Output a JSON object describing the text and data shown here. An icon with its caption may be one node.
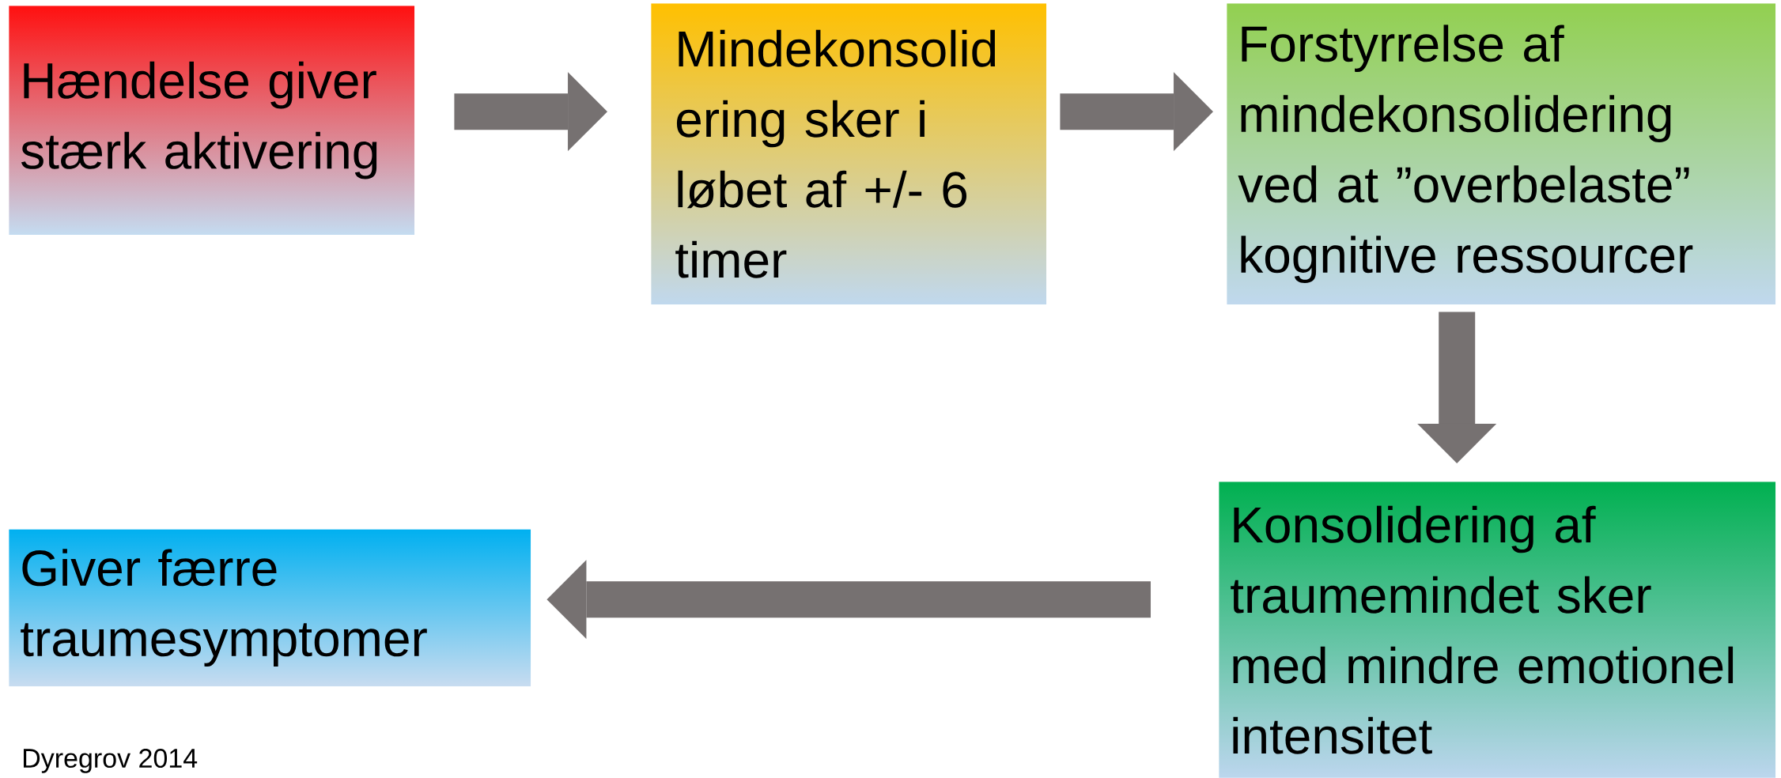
{
  "diagram": {
    "nodes": [
      {
        "text": [
          "Hændelse giver stærk aktivering"
        ]
      },
      {
        "text": [
          "Mindekonsolid ering sker i løbet af +/- 6 timer"
        ]
      },
      {
        "text": [
          "Forstyrrelse af mindekonsolidering ved at ”overbelaste” kognitive ressourcer"
        ]
      },
      {
        "text": [
          "Konsolidering af traumemindet sker med mindre emotionel intensitet"
        ]
      },
      {
        "text": [
          "Giver færre traumesymptomer"
        ]
      }
    ],
    "edges": [
      {
        "from": 0,
        "to": 1,
        "arrow": "to"
      },
      {
        "from": 1,
        "to": 2,
        "arrow": "to"
      },
      {
        "from": 2,
        "to": 3,
        "arrow": "to"
      },
      {
        "from": 3,
        "to": 4,
        "arrow": "to"
      }
    ],
    "labels": [
      "Dyregrov 2014"
    ]
  }
}
